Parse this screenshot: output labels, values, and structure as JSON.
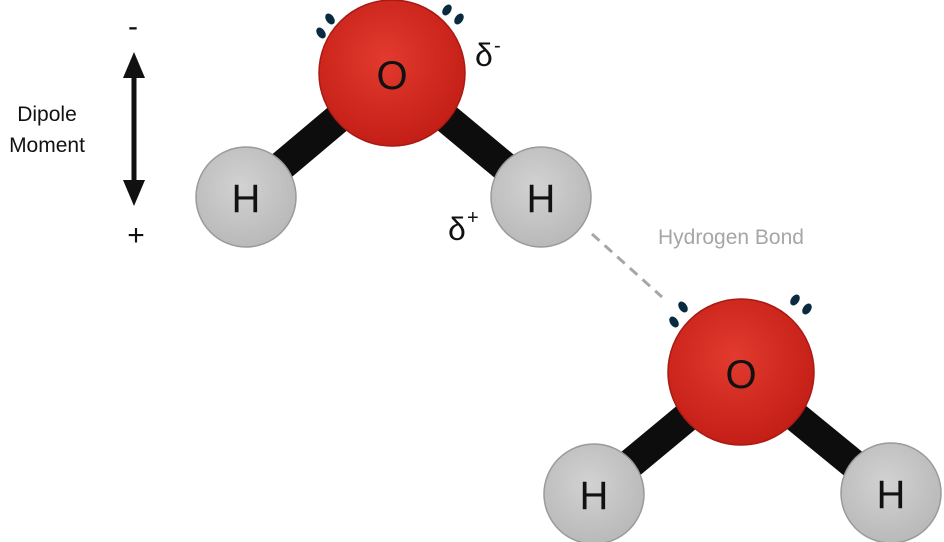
{
  "dipole": {
    "label_line1": "Dipole",
    "label_line2": "Moment",
    "minus": "-",
    "plus": "+"
  },
  "partial_charges": {
    "negative_symbol": "δ",
    "negative_sup": "-",
    "positive_symbol": "δ",
    "positive_sup": "+"
  },
  "hydrogen_bond": {
    "label": "Hydrogen Bond"
  },
  "molecule_1": {
    "oxygen": "O",
    "hydrogen_left": "H",
    "hydrogen_right": "H"
  },
  "molecule_2": {
    "oxygen": "O",
    "hydrogen_left": "H",
    "hydrogen_right": "H"
  },
  "colors": {
    "oxygen": "#d2281f",
    "hydrogen": "#c8c8c8",
    "bond": "#0d0d0d",
    "lone_pair": "#0a2a40",
    "hydrogen_bond": "#a6a6a6"
  }
}
